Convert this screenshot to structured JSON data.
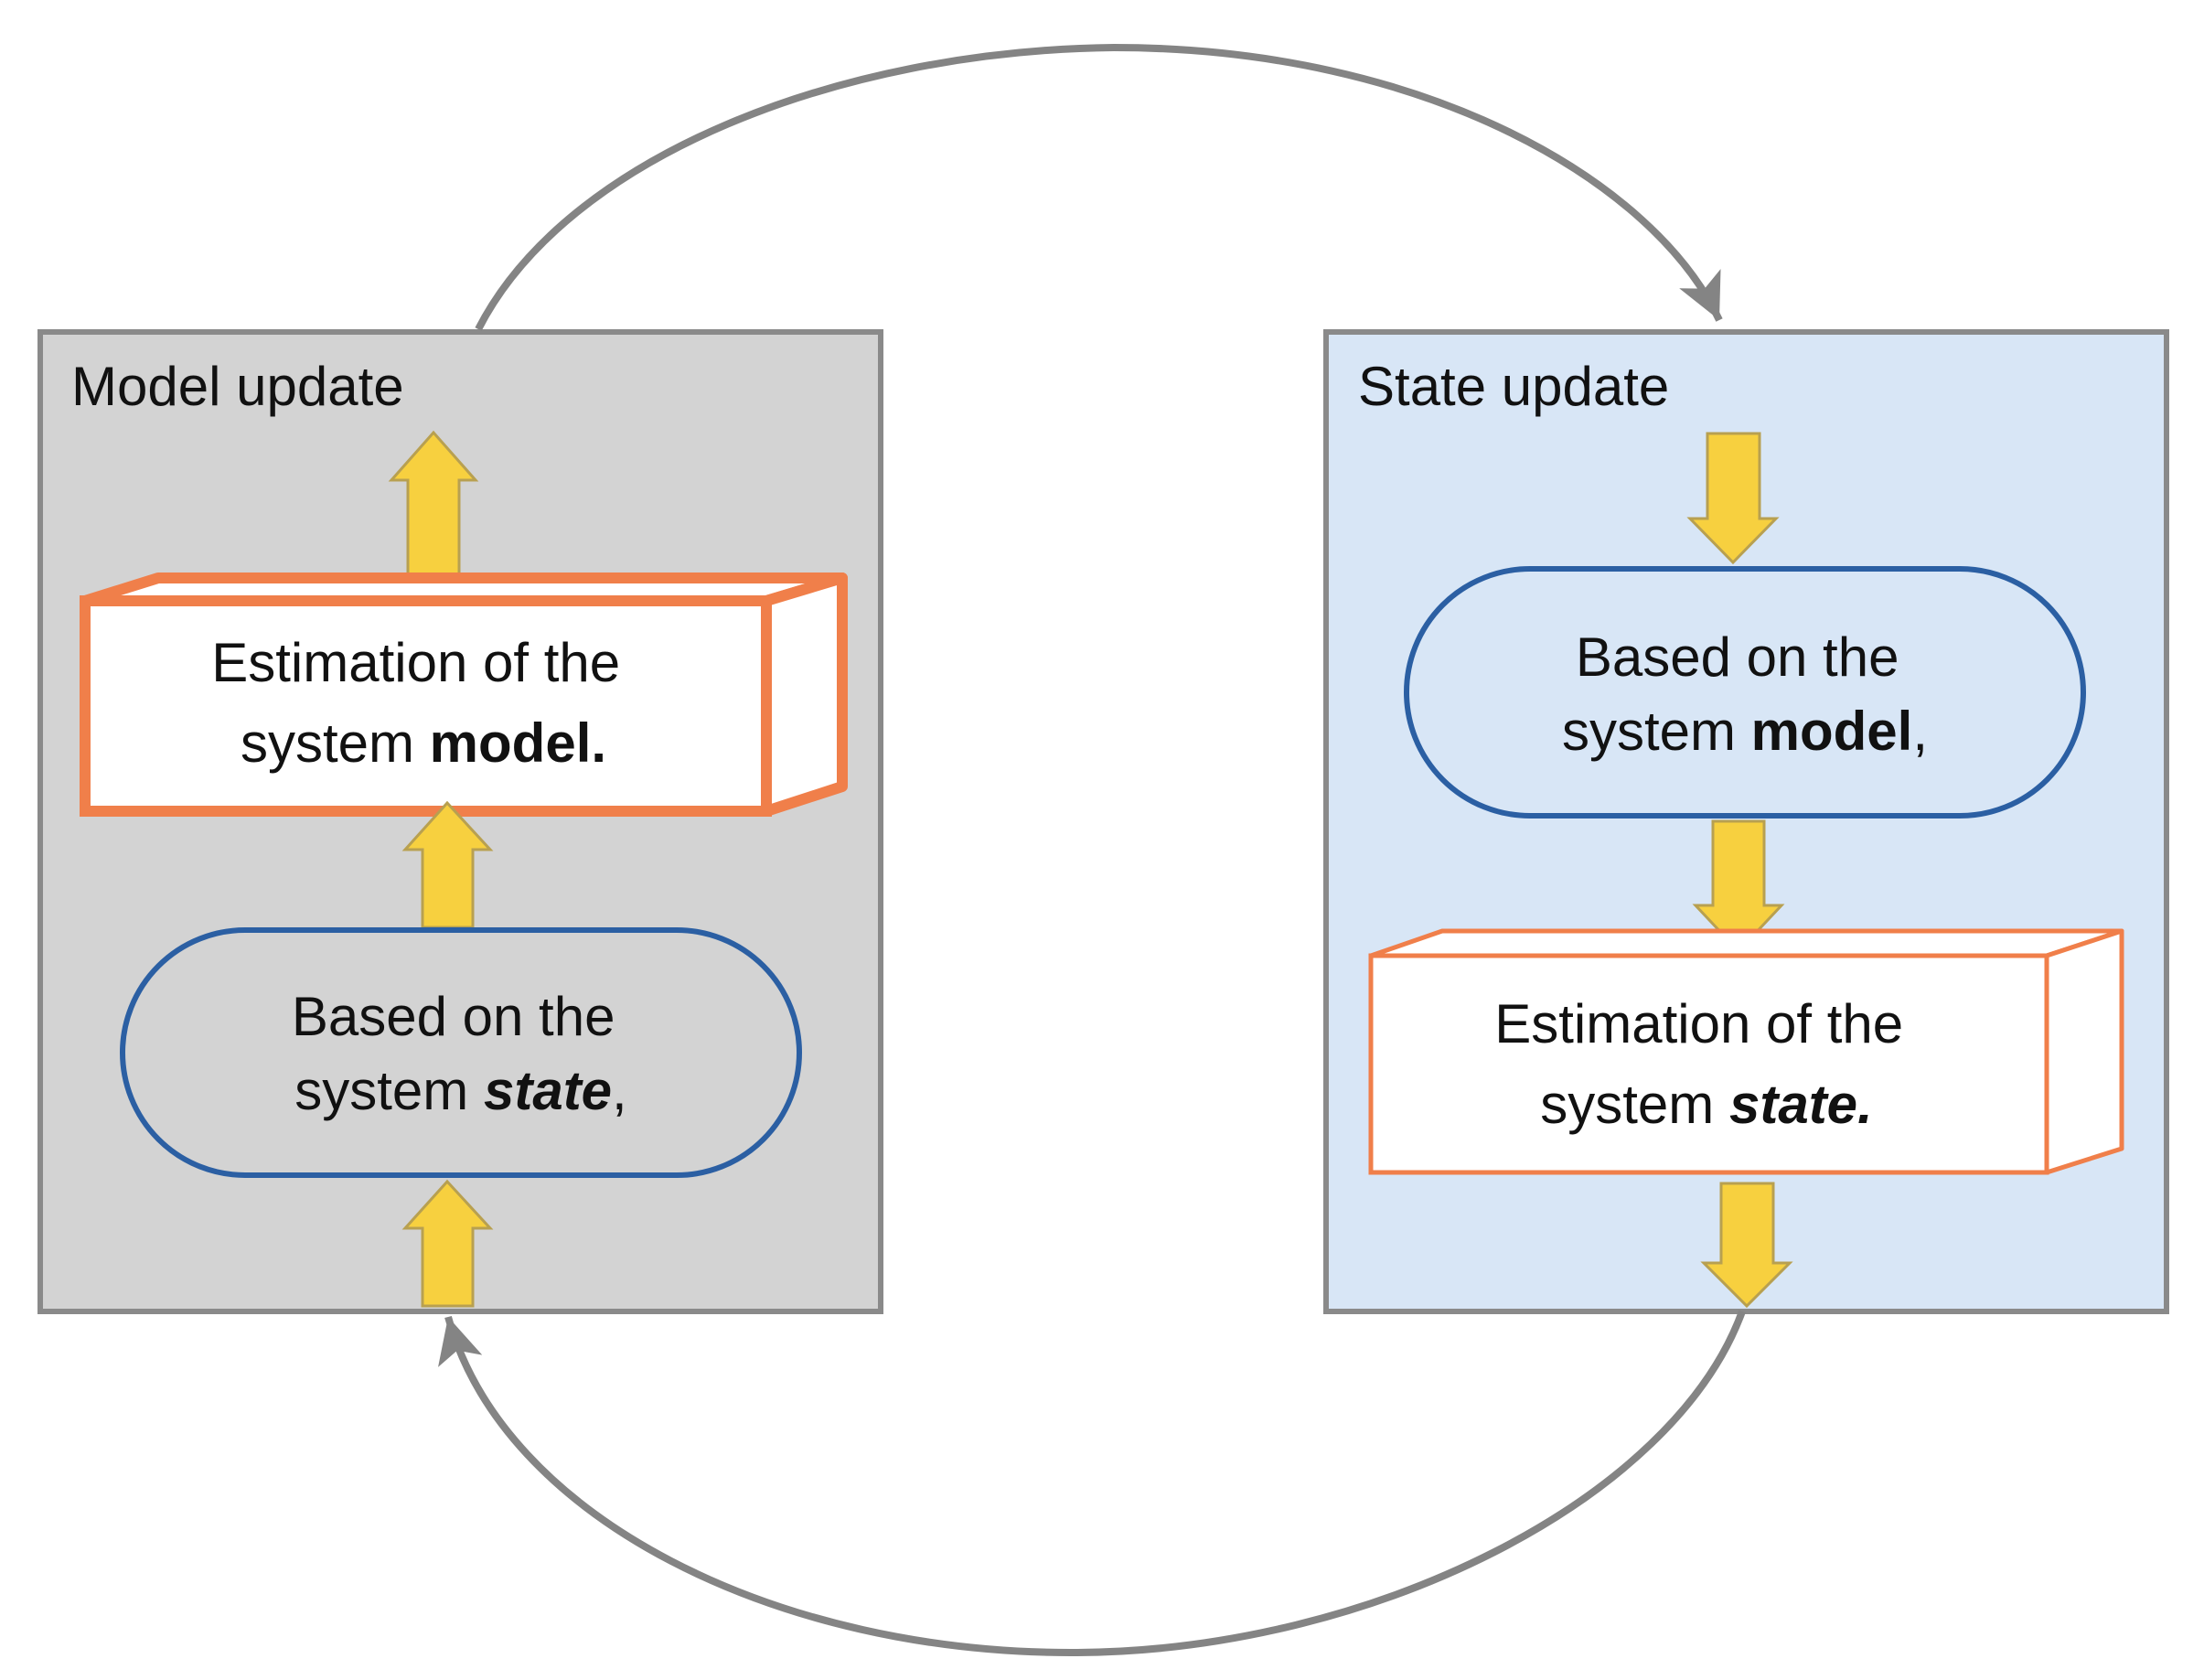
{
  "colors": {
    "model_panel_fill": "#d3d3d3",
    "state_panel_fill": "#d8e6f6",
    "panel_border": "#8a8a8a",
    "estimation_border": "#f07f4a",
    "based_on_border": "#2b5fa3",
    "flow_arrow_fill": "#f7d03f",
    "flow_arrow_stroke": "#b8a050",
    "cycle_arrow": "#848484",
    "text": "#111111"
  },
  "model_update": {
    "title": "Model update",
    "estimation": {
      "line1": "Estimation of the",
      "line2_prefix": "system ",
      "line2_emphasis": "model."
    },
    "based_on": {
      "line1": "Based on the",
      "line2_prefix": "system ",
      "line2_emphasis": "state",
      "line2_suffix": ","
    }
  },
  "state_update": {
    "title": "State update",
    "based_on": {
      "line1": "Based on the",
      "line2_prefix": "system ",
      "line2_emphasis": "model",
      "line2_suffix": ","
    },
    "estimation": {
      "line1": "Estimation of the",
      "line2_prefix": "system ",
      "line2_emphasis": "state."
    }
  },
  "icons": {
    "flow_arrow": "yellow-block-arrow-icon",
    "cycle_arrow": "curved-arrow-icon"
  }
}
